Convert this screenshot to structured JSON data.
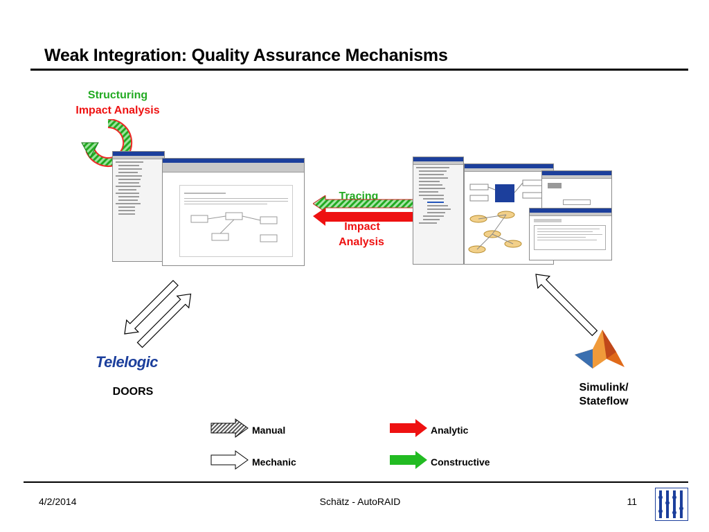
{
  "slide": {
    "title": "Weak Integration: Quality Assurance Mechanisms"
  },
  "loop_labels": {
    "structuring": "Structuring",
    "impact_analysis": "Impact Analysis"
  },
  "center_labels": {
    "tracing": "Tracing",
    "impact": "Impact",
    "analysis": "Analysis"
  },
  "tools": {
    "telelogic_logo": "Telelogic",
    "doors": "DOORS",
    "simulink_line1": "Simulink/",
    "simulink_line2": "Stateflow"
  },
  "legend": {
    "manual": "Manual",
    "mechanic": "Mechanic",
    "analytic": "Analytic",
    "constructive": "Constructive"
  },
  "footer": {
    "date": "4/2/2014",
    "author": "Schätz - AutoRAID",
    "page_number": "11"
  },
  "colors": {
    "green": "#22aa22",
    "red": "#ee1111",
    "hatch_dark": "#1a7a1a"
  },
  "icons": {
    "cycle": "circular-arrow-icon",
    "matlab": "matlab-membrane-logo-icon",
    "university": "university-logo-icon"
  }
}
